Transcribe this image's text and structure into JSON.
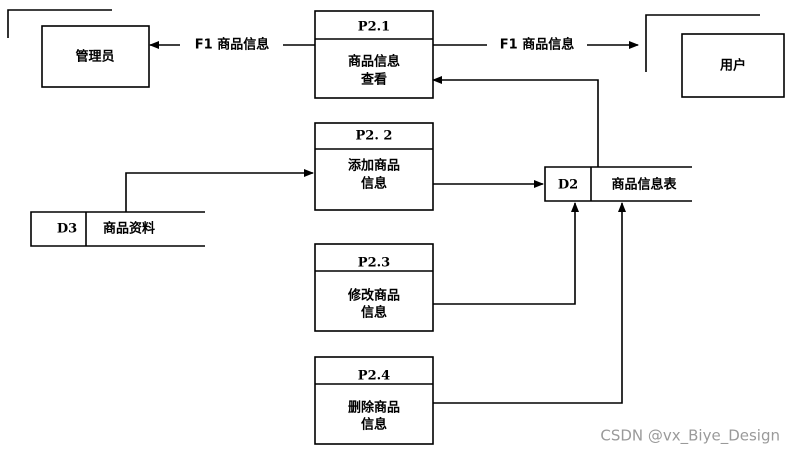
{
  "entities": {
    "admin": "管理员",
    "user": "用户"
  },
  "processes": [
    {
      "id": "P2.1",
      "line1": "商品信息",
      "line2": "查看"
    },
    {
      "id": "P2. 2",
      "line1": "添加商品",
      "line2": "信息"
    },
    {
      "id": "P2.3",
      "line1": "修改商品",
      "line2": "信息"
    },
    {
      "id": "P2.4",
      "line1": "删除商品",
      "line2": "信息"
    }
  ],
  "stores": [
    {
      "id": "D2",
      "name": "商品信息表"
    },
    {
      "id": "D3",
      "name": "商品资料"
    }
  ],
  "flows": {
    "to_admin": "F1 商品信息",
    "to_user": "F1 商品信息"
  },
  "watermark": "CSDN @vx_Biye_Design"
}
